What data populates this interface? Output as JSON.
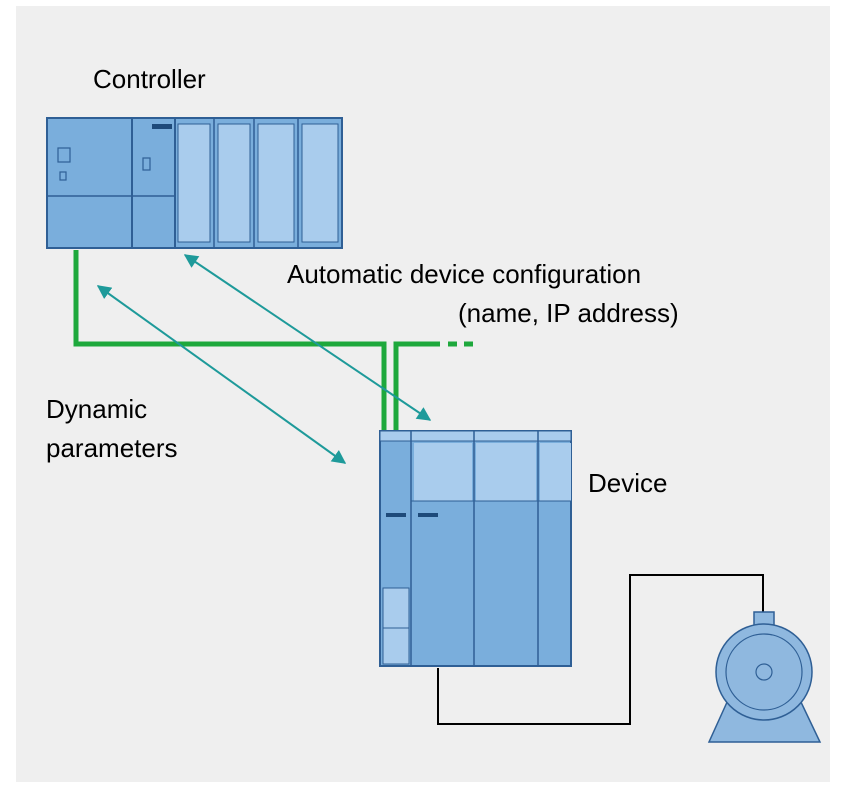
{
  "labels": {
    "controller": "Controller",
    "device": "Device",
    "auto_config_line1": "Automatic device configuration",
    "auto_config_line2": "(name, IP address)",
    "dynamic_line1": "Dynamic",
    "dynamic_line2": "parameters"
  },
  "colors": {
    "background": "#efefef",
    "module_fill": "#7aaedc",
    "module_stroke": "#2f5f95",
    "module_light": "#a9cced",
    "network": "#1ea83c",
    "arrow": "#1e9a9a",
    "wire": "#000000",
    "motor": "#8fb8df"
  },
  "icons": [
    "controller-rack-icon",
    "device-rack-icon",
    "motor-icon"
  ]
}
